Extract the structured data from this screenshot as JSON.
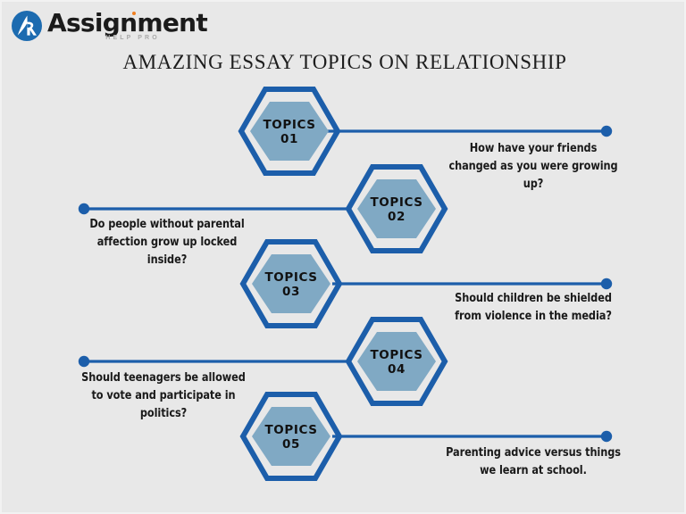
{
  "logo": {
    "brand": "Assignment",
    "tagline": "HELP PRO",
    "mark_letter": "A",
    "mark_color": "#1c6bb0",
    "dot_color": "#f07f21"
  },
  "header": {
    "title": "AMAZING ESSAY TOPICS ON RELATIONSHIP"
  },
  "theme": {
    "background": "#e8e8e8",
    "accent": "#1c5eaa",
    "hex_fill": "#80a9c4",
    "text": "#1a1a1a"
  },
  "chart_data": {
    "type": "diagram",
    "title": "AMAZING ESSAY TOPICS ON RELATIONSHIP",
    "layout": "zigzag hexagon list with connector lines and dot endpoints",
    "nodes": [
      {
        "badge_label": "TOPICS",
        "badge_number": "01",
        "caption": "How have your friends changed as you were growing up?",
        "caption_side": "right"
      },
      {
        "badge_label": "TOPICS",
        "badge_number": "02",
        "caption": "Do people without parental affection grow up locked inside?",
        "caption_side": "left"
      },
      {
        "badge_label": "TOPICS",
        "badge_number": "03",
        "caption": "Should children be shielded from violence in the media?",
        "caption_side": "right"
      },
      {
        "badge_label": "TOPICS",
        "badge_number": "04",
        "caption": "Should teenagers be allowed to vote and participate in politics?",
        "caption_side": "left"
      },
      {
        "badge_label": "TOPICS",
        "badge_number": "05",
        "caption": "Parenting advice versus things we learn at school.",
        "caption_side": "right"
      }
    ]
  }
}
